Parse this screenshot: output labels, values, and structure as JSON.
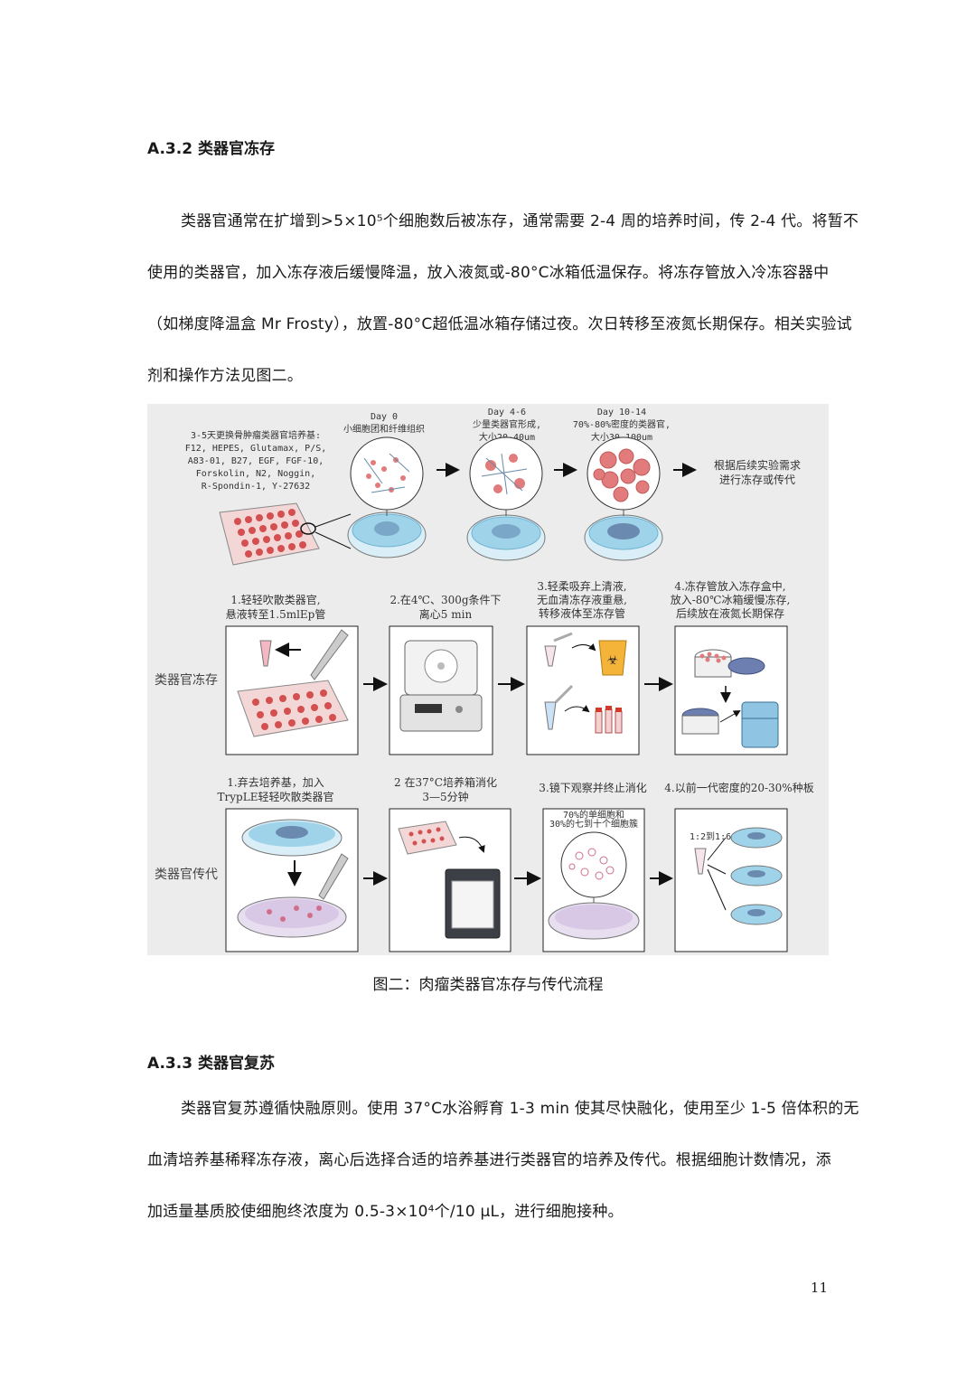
{
  "section1": {
    "heading": "A.3.2 类器官冻存",
    "lines": [
      "类器官通常在扩增到>5×10⁵个细胞数后被冻存，通常需要 2-4 周的培养时间，传 2-4 代。将暂不",
      "使用的类器官，加入冻存液后缓慢降温，放入液氮或-80°C冰箱低温保存。将冻存管放入冷冻容器中",
      "（如梯度降温盒 Mr Frosty），放置-80°C超低温冰箱存储过夜。次日转移至液氮长期保存。相关实验试",
      "剂和操作方法见图二。"
    ]
  },
  "figure": {
    "media_lines": [
      "3-5天更换骨肿瘤类器官培养基:",
      "F12, HEPES, Glutamax, P/S,",
      "A83-01, B27, EGF, FGF-10,",
      "Forskolin, N2, Noggin,",
      "R-Spondin-1, Y-27632"
    ],
    "days": [
      {
        "day": "Day 0",
        "desc": [
          "小细胞团和纤维组织"
        ]
      },
      {
        "day": "Day 4-6",
        "desc": [
          "少量类器官形成,",
          "大小20-40um"
        ]
      },
      {
        "day": "Day 10-14",
        "desc": [
          "70%-80%密度的类器官,",
          "大小30-100um"
        ]
      }
    ],
    "final_note": [
      "根据后续实验需求",
      "进行冻存或传代"
    ],
    "freeze": {
      "label": "类器官冻存",
      "steps": [
        [
          "1.轻轻吹散类器官,",
          "悬液转至1.5mlEp管"
        ],
        [
          "2.在4℃、300g条件下",
          "离心5 min"
        ],
        [
          "3.轻柔吸弃上清液,",
          "无血清冻存液重悬,",
          "转移液体至冻存管"
        ],
        [
          "4.冻存管放入冻存盒中,",
          "放入-80℃冰箱缓慢冻存,",
          "后续放在液氮长期保存"
        ]
      ]
    },
    "passage": {
      "label": "类器官传代",
      "steps": [
        [
          "1.弃去培养基，加入",
          "TrypLE轻轻吹散类器官"
        ],
        [
          "2 在37°C培养箱消化",
          "3—5分钟"
        ],
        [
          "3.镜下观察并终止消化"
        ],
        [
          "4.以前一代密度的20-30%种板"
        ]
      ],
      "micro_note": [
        "70%的单细胞和",
        "30%的七到十个细胞簇"
      ],
      "ratio": "1:2到1:6"
    },
    "colors": {
      "background": "#ececec",
      "dish": "#9fd3ea",
      "cell": "#e27b7b"
    }
  },
  "caption": "图二：肉瘤类器官冻存与传代流程",
  "section2": {
    "heading": "A.3.3 类器官复苏",
    "lines": [
      "类器官复苏遵循快融原则。使用 37°C水浴孵育 1-3 min 使其尽快融化，使用至少 1-5 倍体积的无",
      "血清培养基稀释冻存液，离心后选择合适的培养基进行类器官的培养及传代。根据细胞计数情况，添",
      "加适量基质胶使细胞终浓度为 0.5-3×10⁴个/10 μL，进行细胞接种。"
    ]
  },
  "page_number": "11"
}
